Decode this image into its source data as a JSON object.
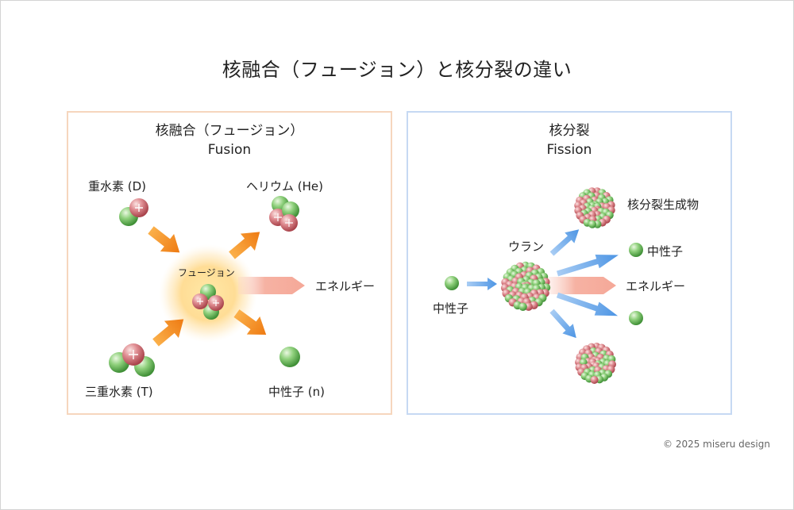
{
  "title": "核融合（フュージョン）と核分裂の違い",
  "fusion": {
    "title_ja": "核融合（フュージョン）",
    "title_en": "Fusion",
    "deuterium": "重水素 (D)",
    "tritium": "三重水素 (T)",
    "helium": "ヘリウム (He)",
    "fusion_label": "フュージョン",
    "energy": "エネルギー",
    "neutron": "中性子 (n)"
  },
  "fission": {
    "title_ja": "核分裂",
    "title_en": "Fission",
    "uranium": "ウラン",
    "neutron_in": "中性子",
    "products": "核分裂生成物",
    "neutron_out": "中性子",
    "energy": "エネルギー"
  },
  "credit": "© 2025 miseru design",
  "colors": {
    "proton": "#d9787f",
    "neutron": "#7fc66d",
    "arrow_fusion": "#f08a1d",
    "arrow_fission": "#5aa0e8",
    "energy_beam": "#f7b3a5",
    "fusion_border": "#f6d6bd",
    "fission_border": "#c6d9f3"
  },
  "icons": {
    "proton": "plus-sphere",
    "neutron": "sphere"
  }
}
